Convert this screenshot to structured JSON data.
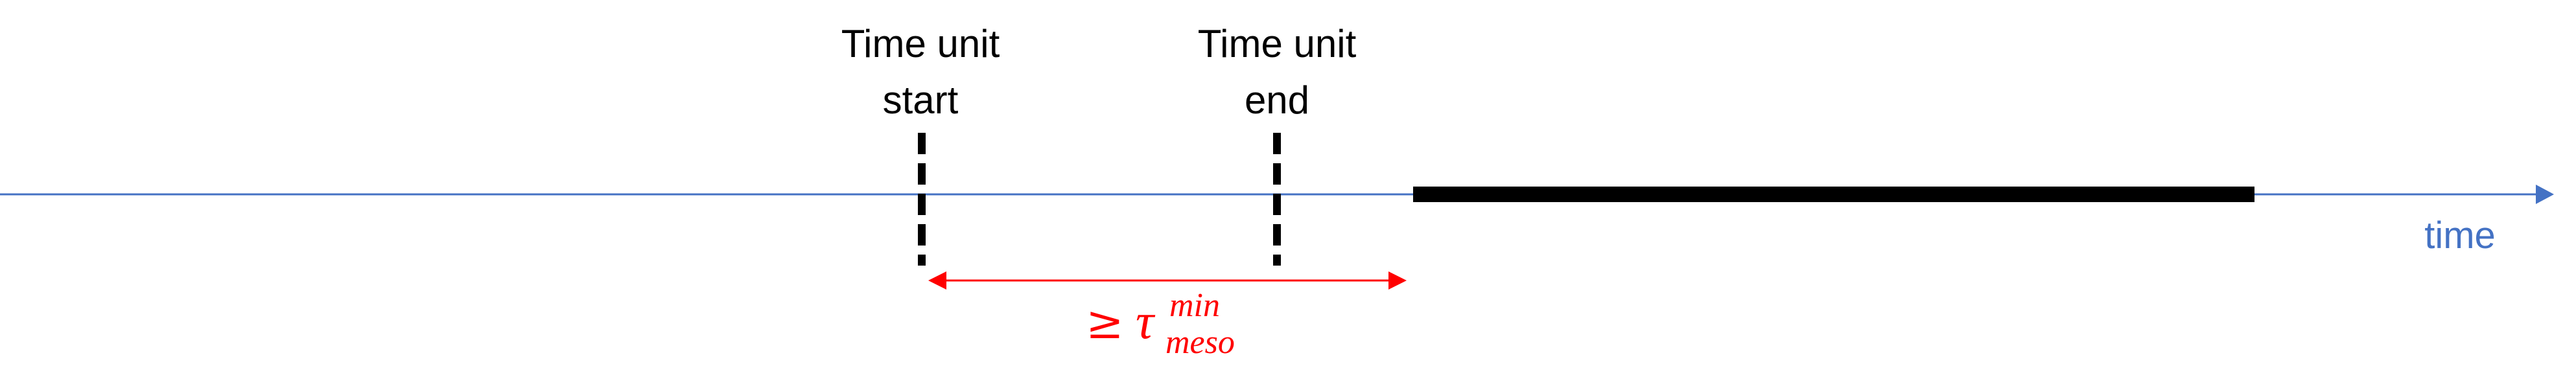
{
  "labels": {
    "start_line1": "Time unit",
    "start_line2": "start",
    "end_line1": "Time unit",
    "end_line2": "end",
    "axis": "time"
  },
  "annotation": {
    "symbol": "≥",
    "tau": "τ",
    "superscript": "min",
    "subscript": "meso"
  },
  "colors": {
    "axis": "#4472C4",
    "axis_label": "#4472C4",
    "markers": "#000000",
    "bar": "#000000",
    "interval_arrow": "#FF0000",
    "annotation_text": "#FF0000"
  }
}
